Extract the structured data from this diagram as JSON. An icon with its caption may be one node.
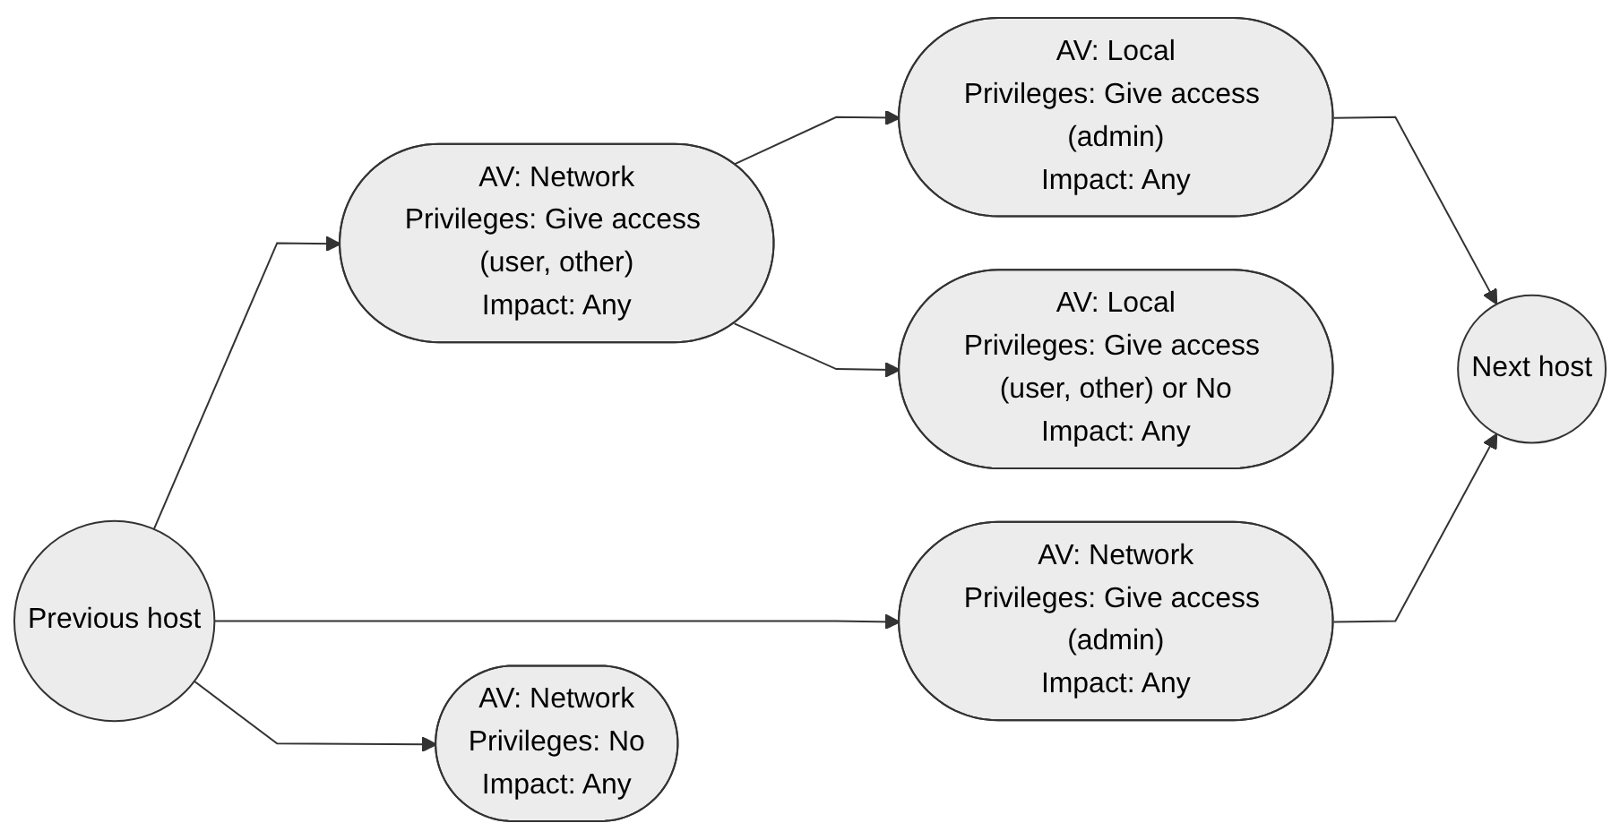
{
  "diagram": {
    "nodes": [
      {
        "text": [
          "Previous host"
        ]
      },
      {
        "text": [
          "AV: Network",
          "Privileges: Give access (user, other)",
          "Impact: Any"
        ]
      },
      {
        "text": [
          "AV: Network",
          "Privileges: Give access (admin)",
          "Impact: Any"
        ]
      },
      {
        "text": [
          "AV: Network",
          "Privileges: No",
          "Impact: Any"
        ]
      },
      {
        "text": [
          "AV: Local",
          "Privileges: Give access (admin)",
          "Impact: Any"
        ]
      },
      {
        "text": [
          "AV: Local",
          "Privileges: Give access (user, other) or No",
          "Impact: Any"
        ]
      },
      {
        "text": [
          "Next host"
        ]
      }
    ],
    "edges": [
      {
        "from": 0,
        "to": 1,
        "arrow": "to"
      },
      {
        "from": 0,
        "to": 2,
        "arrow": "to"
      },
      {
        "from": 0,
        "to": 3,
        "arrow": "to"
      },
      {
        "from": 1,
        "to": 4,
        "arrow": "to"
      },
      {
        "from": 1,
        "to": 5,
        "arrow": "to"
      },
      {
        "from": 4,
        "to": 6,
        "arrow": "to"
      },
      {
        "from": 2,
        "to": 6,
        "arrow": "to"
      }
    ]
  }
}
